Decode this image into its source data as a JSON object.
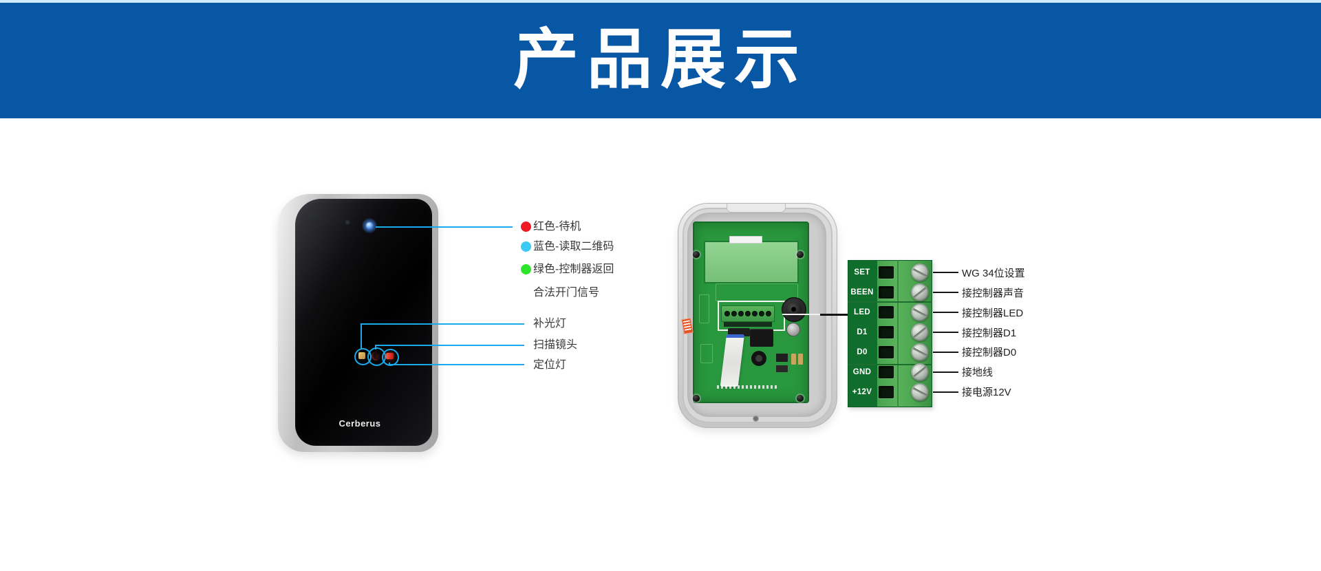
{
  "banner": {
    "title": "产品展示",
    "background": "#0857a5",
    "top_stripe": "#cdecfa"
  },
  "colors": {
    "callout_line": "#1aa9e9",
    "connector_line": "#141414",
    "pcb_green": "#28973d",
    "terminal_block_green": "#45a24c"
  },
  "front_device": {
    "brand": "Cerberus",
    "status_legend": [
      {
        "dot_color": "#ee1b24",
        "label": "红色-待机"
      },
      {
        "dot_color": "#3cc9f3",
        "label": "蓝色-读取二维码"
      },
      {
        "dot_color": "#2de52d",
        "label": "绿色-控制器返回"
      },
      {
        "label": "合法开门信号"
      }
    ],
    "part_callouts": [
      {
        "label": "补光灯"
      },
      {
        "label": "扫描镜头"
      },
      {
        "label": "定位灯"
      }
    ]
  },
  "back_device": {
    "terminal_block": {
      "rows": [
        {
          "pin": "SET",
          "label": "WG 34位设置"
        },
        {
          "pin": "BEEN",
          "label": "接控制器声音"
        },
        {
          "pin": "LED",
          "label": "接控制器LED"
        },
        {
          "pin": "D1",
          "label": "接控制器D1"
        },
        {
          "pin": "D0",
          "label": "接控制器D0"
        },
        {
          "pin": "GND",
          "label": "接地线"
        },
        {
          "pin": "+12V",
          "label": "接电源12V"
        }
      ]
    }
  }
}
